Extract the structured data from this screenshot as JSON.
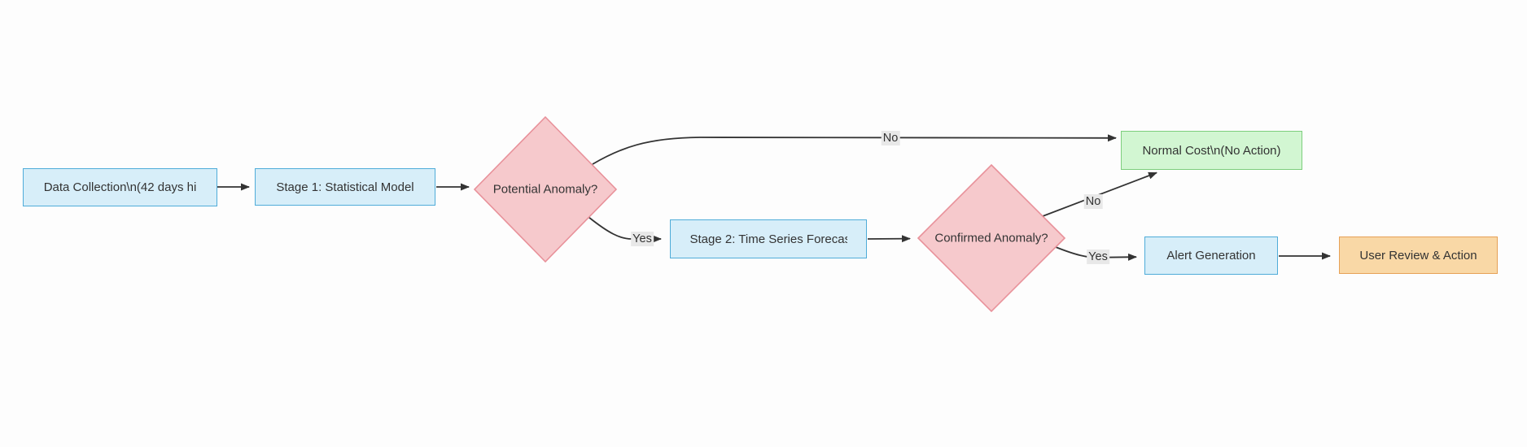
{
  "diagram": {
    "type": "flowchart",
    "direction": "left-to-right",
    "background": "#fdfdfd",
    "edge_color": "#333333",
    "edge_label_background": "#e8e8e8",
    "nodes": [
      {
        "id": "data_collection",
        "shape": "rect",
        "label": "Data Collection\\n(42 days hi",
        "fill": "#d7eef9",
        "border": "#4facd9",
        "text_clipped": true
      },
      {
        "id": "stage1",
        "shape": "rect",
        "label": "Stage 1: Statistical Model",
        "fill": "#d7eef9",
        "border": "#4facd9",
        "text_clipped": false
      },
      {
        "id": "potential",
        "shape": "diamond",
        "label": "Potential Anomaly?",
        "fill": "#f6c9cc",
        "border": "#e8919a",
        "text_clipped": false
      },
      {
        "id": "stage2",
        "shape": "rect",
        "label": "Stage 2: Time Series Forecas",
        "fill": "#d7eef9",
        "border": "#4facd9",
        "text_clipped": true
      },
      {
        "id": "confirmed",
        "shape": "diamond",
        "label": "Confirmed Anomaly?",
        "fill": "#f6c9cc",
        "border": "#e8919a",
        "text_clipped": false
      },
      {
        "id": "normal",
        "shape": "rect",
        "label": "Normal Cost\\n(No Action)",
        "fill": "#d2f6d2",
        "border": "#7dce7d",
        "text_clipped": false
      },
      {
        "id": "alert",
        "shape": "rect",
        "label": "Alert Generation",
        "fill": "#d7eef9",
        "border": "#4facd9",
        "text_clipped": false
      },
      {
        "id": "user",
        "shape": "rect",
        "label": "User Review & Action",
        "fill": "#f9d8a6",
        "border": "#e6a157",
        "text_clipped": false
      }
    ],
    "edges": [
      {
        "from": "data_collection",
        "to": "stage1",
        "label": ""
      },
      {
        "from": "stage1",
        "to": "potential",
        "label": ""
      },
      {
        "from": "potential",
        "to": "normal",
        "label": "No"
      },
      {
        "from": "potential",
        "to": "stage2",
        "label": "Yes"
      },
      {
        "from": "stage2",
        "to": "confirmed",
        "label": ""
      },
      {
        "from": "confirmed",
        "to": "normal",
        "label": "No"
      },
      {
        "from": "confirmed",
        "to": "alert",
        "label": "Yes"
      },
      {
        "from": "alert",
        "to": "user",
        "label": ""
      }
    ]
  }
}
